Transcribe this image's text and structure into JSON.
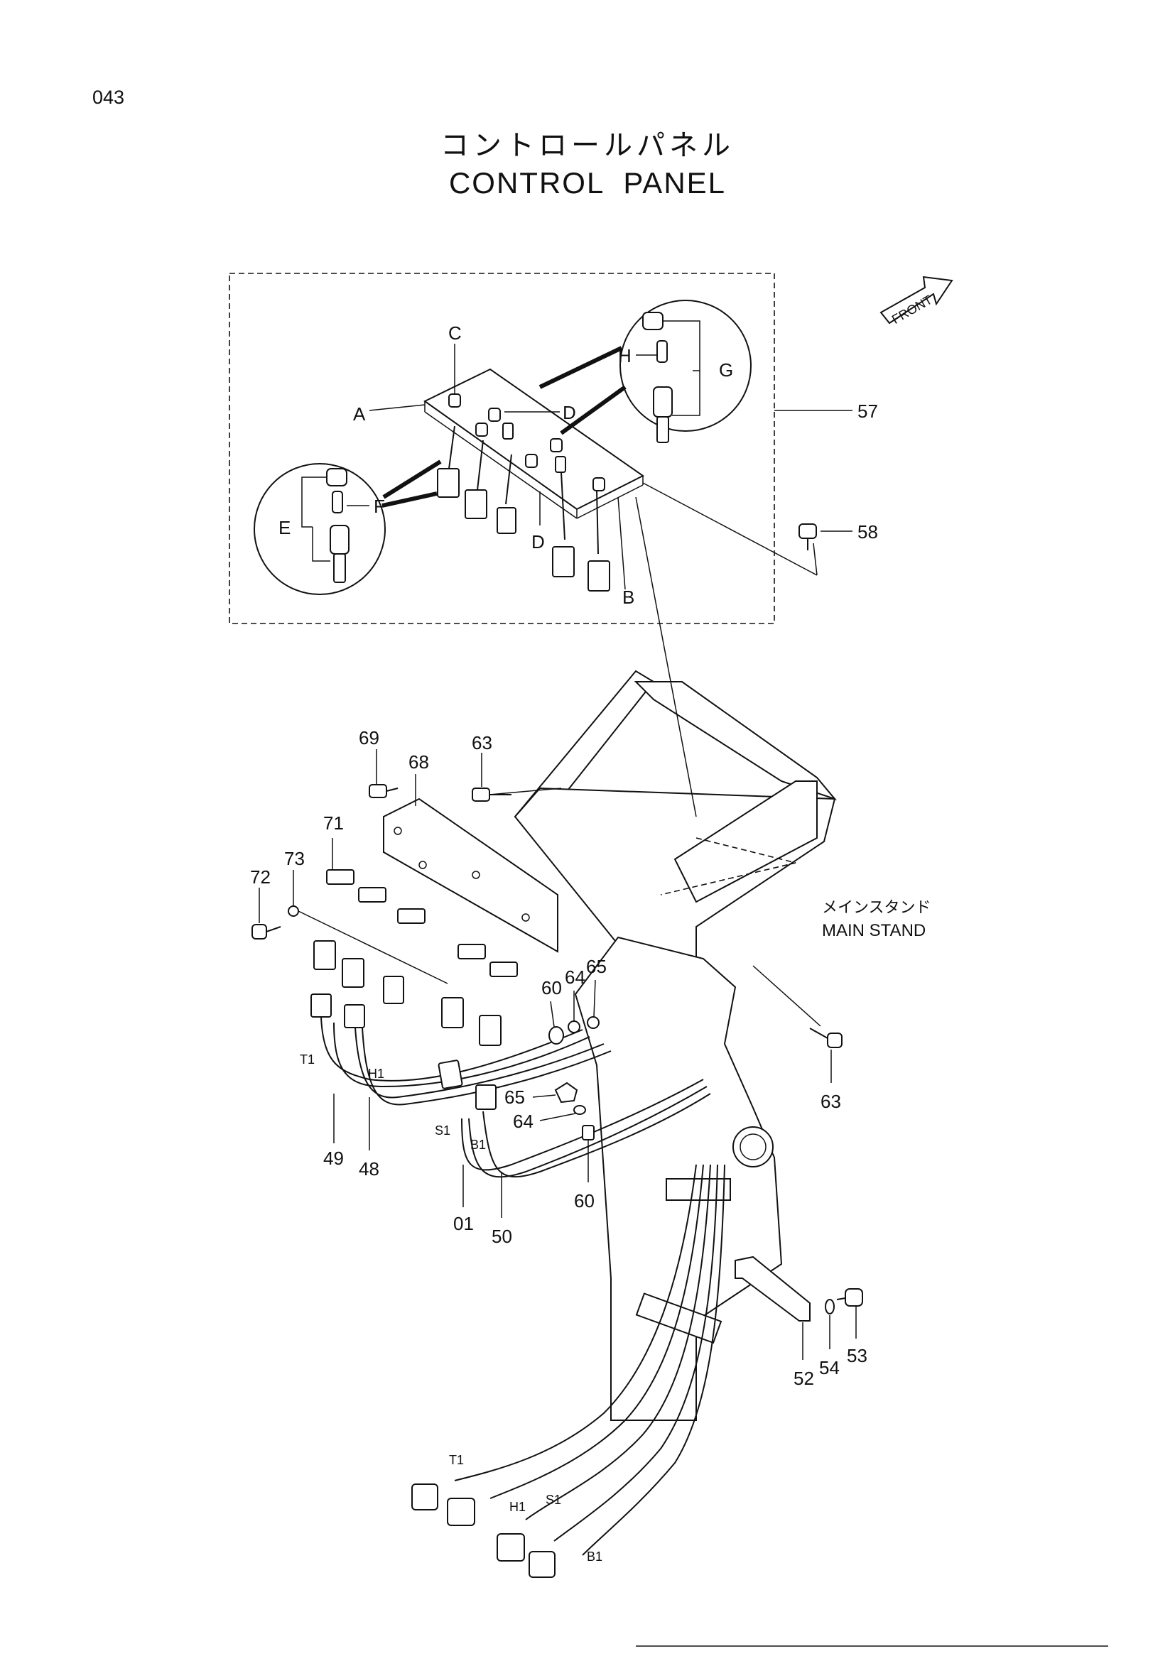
{
  "page_number": "043",
  "title": {
    "japanese": "コントロールパネル",
    "english": "CONTROL PANEL"
  },
  "front_marker": "FRONT",
  "assembly_label": {
    "japanese": "メインスタンド",
    "english": "MAIN STAND"
  },
  "callouts": {
    "A": "A",
    "B": "B",
    "C": "C",
    "D1": "D",
    "D2": "D",
    "E": "E",
    "F": "F",
    "G": "G",
    "H": "H",
    "p57": "57",
    "p58": "58",
    "p69": "69",
    "p68": "68",
    "p63a": "63",
    "p63b": "63",
    "p71": "71",
    "p72": "72",
    "p73": "73",
    "p60a": "60",
    "p60b": "60",
    "p64a": "64",
    "p64b": "64",
    "p65a": "65",
    "p65b": "65",
    "p49": "49",
    "p48": "48",
    "p01": "01",
    "p50": "50",
    "p52": "52",
    "p54": "54",
    "p53": "53"
  },
  "wire_tags": {
    "T1_top": "T1",
    "H1_top": "H1",
    "S1_top": "S1",
    "B1_top": "B1",
    "T1_bottom": "T1",
    "H1_bottom": "H1",
    "S1_bottom": "S1",
    "B1_bottom": "B1"
  }
}
